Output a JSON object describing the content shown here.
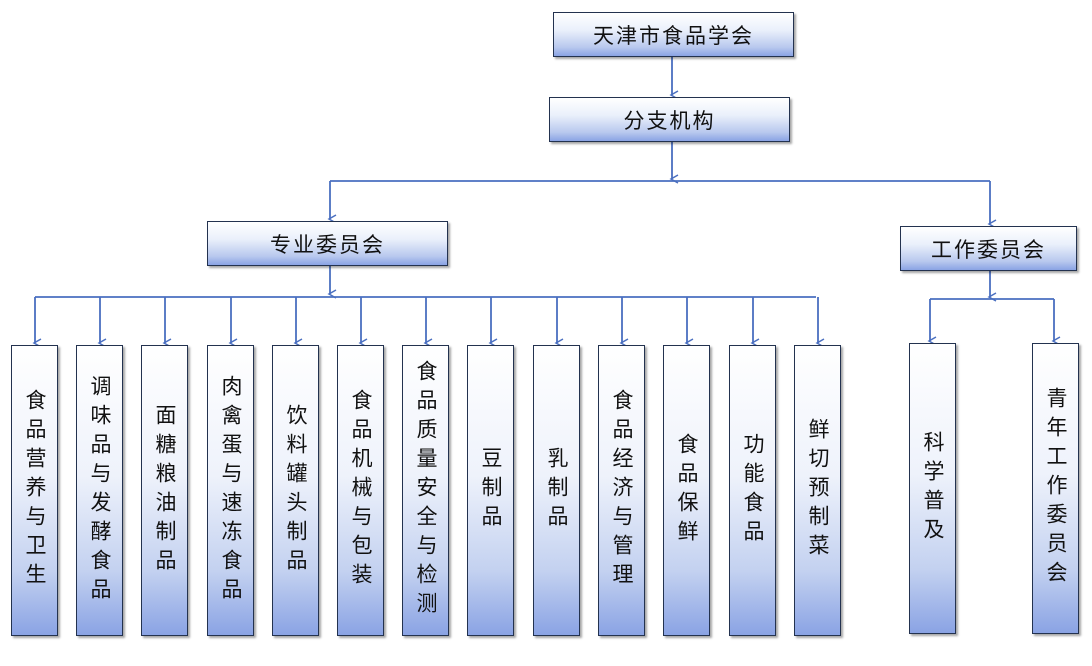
{
  "root": "天津市食品学会",
  "level1": "分支机构",
  "groups": [
    {
      "label": "专业委员会",
      "children": [
        "食品营养与卫生",
        "调味品与发酵食品",
        "面糖粮油制品",
        "肉禽蛋与速冻食品",
        "饮料罐头制品",
        "食品机械与包装",
        "食品质量安全与检测",
        "豆制品",
        "乳制品",
        "食品经济与管理",
        "食品保鲜",
        "功能食品",
        "鲜切预制菜"
      ]
    },
    {
      "label": "工作委员会",
      "children": [
        "科学普及",
        "青年工作委员会"
      ]
    }
  ],
  "colors": {
    "line": "#4a6fc0",
    "border": "#23324f",
    "gradient_bottom": "#8aa3e4"
  }
}
